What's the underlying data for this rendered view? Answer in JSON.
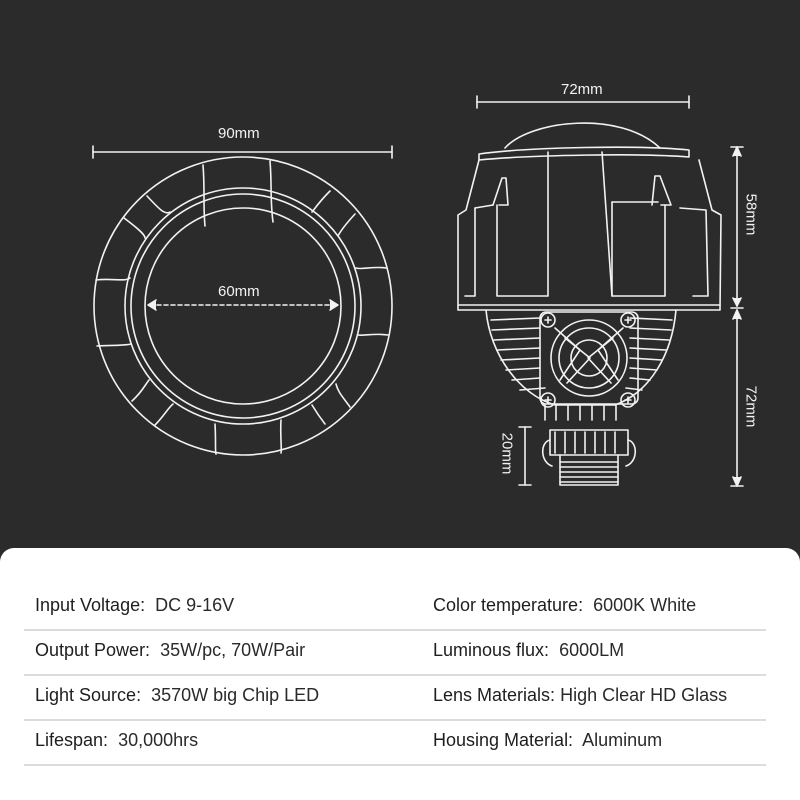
{
  "colors": {
    "background": "#2b2b2b",
    "line": "#f2f2f2",
    "panel": "#ffffff",
    "divider": "#dcdcdc",
    "text": "#1e1e1e"
  },
  "diagram": {
    "front_view": {
      "outer_width_label": "90mm",
      "inner_width_label": "60mm"
    },
    "side_view": {
      "lens_width_label": "72mm",
      "housing_height_label": "58mm",
      "body_height_label": "72mm",
      "connector_height_label": "20mm"
    }
  },
  "specs": {
    "rows": [
      {
        "left": {
          "key": "Input Voltage:",
          "value": "DC 9-16V"
        },
        "right": {
          "key": "Color temperature:",
          "value": "6000K White"
        }
      },
      {
        "left": {
          "key": "Output Power:",
          "value": "35W/pc, 70W/Pair"
        },
        "right": {
          "key": "Luminous flux:",
          "value": "6000LM"
        }
      },
      {
        "left": {
          "key": "Light Source:",
          "value": "3570W big Chip LED"
        },
        "right": {
          "key": "Lens Materials:",
          "value": "High Clear HD Glass"
        }
      },
      {
        "left": {
          "key": "Lifespan:",
          "value": "30,000hrs"
        },
        "right": {
          "key": "Housing Material:",
          "value": "Aluminum"
        }
      }
    ]
  }
}
